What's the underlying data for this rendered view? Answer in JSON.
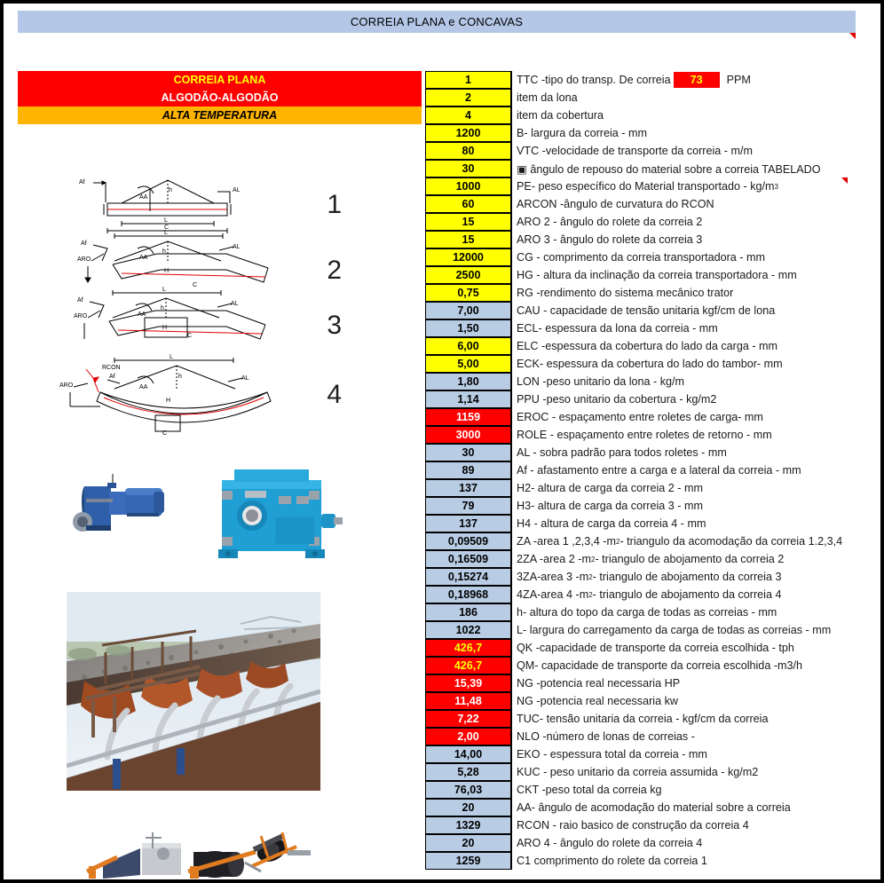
{
  "sheet": {
    "title": "CORREIA PLANA e CONCAVAS",
    "comment_marker_icon": "comment-triangle-icon"
  },
  "belt_type_block": {
    "rows": [
      {
        "label": "CORREIA PLANA",
        "bg": "#fe0000",
        "color": "#ffff00",
        "italic": false
      },
      {
        "label": "ALGODÃO-ALGODÃO",
        "bg": "#fe0000",
        "color": "#ffffff",
        "italic": false
      },
      {
        "label": "ALTA TEMPERATURA",
        "bg": "#ffb400",
        "color": "#000000",
        "italic": true
      }
    ]
  },
  "inline_badge": {
    "value": "73",
    "unit": "PPM",
    "bg": "#fe0000",
    "color": "#ffff00"
  },
  "colors": {
    "input_yellow": "#ffff00",
    "computed_blue": "#b8cce4",
    "result_red": "#fe0000",
    "banner_blue": "#b4c7e7",
    "orange": "#ffb400"
  },
  "diagrams": {
    "numbers": [
      "1",
      "2",
      "3",
      "4"
    ],
    "labels": [
      "Af",
      "AA",
      "AL",
      "ARO",
      "RCON",
      "L",
      "C",
      "h",
      "H"
    ]
  },
  "photos": [
    {
      "name": "gear-motor-photo",
      "alt": "blue geared motor unit"
    },
    {
      "name": "industrial-gearbox-photo",
      "alt": "blue industrial gearbox"
    },
    {
      "name": "conveyor-belt-photo",
      "alt": "loaded troughed conveyor belt with ore"
    },
    {
      "name": "conveyor-rollers-photo",
      "alt": "conveyor pulley and roller assemblies"
    }
  ],
  "parameters": [
    {
      "value": "1",
      "style": "yellow",
      "desc": "TTC -tipo do transp. De correia",
      "badge": true
    },
    {
      "value": "2",
      "style": "yellow",
      "desc": "item da lona"
    },
    {
      "value": "4",
      "style": "yellow",
      "desc": "item da cobertura"
    },
    {
      "value": "1200",
      "style": "yellow",
      "desc": "B- largura da correia - mm"
    },
    {
      "value": "80",
      "style": "yellow",
      "desc": "VTC -velocidade de transporte da correia - m/m"
    },
    {
      "value": "30",
      "style": "yellow",
      "desc": "▣ ângulo de repouso do material sobre a correia TABELADO"
    },
    {
      "value": "1000",
      "style": "yellow",
      "desc": "PE- peso específico do Material transportado - kg/m",
      "sup": "3"
    },
    {
      "value": "60",
      "style": "yellow",
      "desc": "ARCON -ângulo de curvatura do RCON"
    },
    {
      "value": "15",
      "style": "yellow",
      "desc": "ARO 2 - ângulo do rolete da correia 2"
    },
    {
      "value": "15",
      "style": "yellow",
      "desc": "ARO 3 - ângulo do rolete da correia 3"
    },
    {
      "value": "12000",
      "style": "yellow",
      "desc": "CG - comprimento da correia transportadora - mm"
    },
    {
      "value": "2500",
      "style": "yellow",
      "desc": "HG - altura da inclinação da correia transportadora - mm"
    },
    {
      "value": "0,75",
      "style": "yellow",
      "desc": "RG -rendimento do sistema mecânico trator"
    },
    {
      "value": "7,00",
      "style": "blue",
      "desc": "CAU - capacidade de tensão unitaria kgf/cm de lona"
    },
    {
      "value": "1,50",
      "style": "blue",
      "desc": "ECL- espessura da lona  da correia - mm"
    },
    {
      "value": "6,00",
      "style": "yellow",
      "desc": "ELC -espessura da cobertura do lado da carga - mm"
    },
    {
      "value": "5,00",
      "style": "yellow",
      "desc": "ECK- espessura da cobertura  do lado do tambor- mm"
    },
    {
      "value": "1,80",
      "style": "blue",
      "desc": "LON -peso unitario da lona - kg/m"
    },
    {
      "value": "1,14",
      "style": "blue",
      "desc": "PPU -peso unitario da cobertura - kg/m2"
    },
    {
      "value": "1159",
      "style": "red",
      "desc": "EROC - espaçamento entre roletes de carga- mm"
    },
    {
      "value": "3000",
      "style": "red",
      "desc": "ROLE - espaçamento entre roletes de retorno - mm"
    },
    {
      "value": "30",
      "style": "blue",
      "desc": "AL - sobra padrão para todos roletes - mm"
    },
    {
      "value": "89",
      "style": "blue",
      "desc": "Af - afastamento entre a carga e a lateral da correia - mm"
    },
    {
      "value": "137",
      "style": "blue",
      "desc": "H2- altura de carga da correia 2 - mm"
    },
    {
      "value": "79",
      "style": "blue",
      "desc": "H3- altura de carga da correia 3 - mm"
    },
    {
      "value": "137",
      "style": "blue",
      "desc": "H4 - altura de carga da correia 4 - mm"
    },
    {
      "value": "0,09509",
      "style": "blue",
      "desc": "ZA -area  1 ,2,3,4 -m",
      "sup": "2",
      "desc2": "- triangulo da acomodação da correia 1.2,3,4"
    },
    {
      "value": "0,16509",
      "style": "blue",
      "desc": "2ZA -area  2 -m",
      "sup": "2",
      "desc2": "- triangulo de abojamento da correia 2"
    },
    {
      "value": "0,15274",
      "style": "blue",
      "desc": "3ZA-area  3 -m",
      "sup": "2",
      "desc2": "- triangulo de abojamento da correia 3"
    },
    {
      "value": "0,18968",
      "style": "blue",
      "desc": "4ZA-area  4 -m",
      "sup": "2",
      "desc2": "- triangulo de abojamento da correia 4"
    },
    {
      "value": "186",
      "style": "blue",
      "desc": "h- altura do topo da carga  de todas as correias - mm"
    },
    {
      "value": "1022",
      "style": "blue",
      "desc": "L- largura do carregamento da carga  de todas as correias - mm"
    },
    {
      "value": "426,7",
      "style": "redy",
      "desc": "QK -capacidade de transporte da correia escolhida - tph"
    },
    {
      "value": "426,7",
      "style": "redy",
      "desc": "QM- capacidade de transporte da correia escolhida -m3/h"
    },
    {
      "value": "15,39",
      "style": "red",
      "desc": "NG -potencia real necessaria HP"
    },
    {
      "value": "11,48",
      "style": "red",
      "desc": "NG -potencia real necessaria kw"
    },
    {
      "value": "7,22",
      "style": "red",
      "desc": "TUC- tensão unitaria da correia - kgf/cm da correia"
    },
    {
      "value": "2,00",
      "style": "red",
      "desc": "NLO -número de lonas de correias -"
    },
    {
      "value": "14,00",
      "style": "blue",
      "desc": "EKO - espessura total da correia - mm"
    },
    {
      "value": "5,28",
      "style": "blue",
      "desc": "KUC - peso unitario da correia assumida - kg/m2"
    },
    {
      "value": "76,03",
      "style": "blue",
      "desc": "CKT -peso total da correia kg"
    },
    {
      "value": "20",
      "style": "blue",
      "desc": "AA-  ângulo de acomodação do material sobre a correia"
    },
    {
      "value": "1329",
      "style": "blue",
      "desc": "RCON - raio  basico de construção da correia 4"
    },
    {
      "value": "20",
      "style": "blue",
      "desc": "ARO 4 - ângulo do rolete da correia 4"
    },
    {
      "value": "1259",
      "style": "blue",
      "desc": "C1 comprimento do rolete da correia 1"
    }
  ]
}
